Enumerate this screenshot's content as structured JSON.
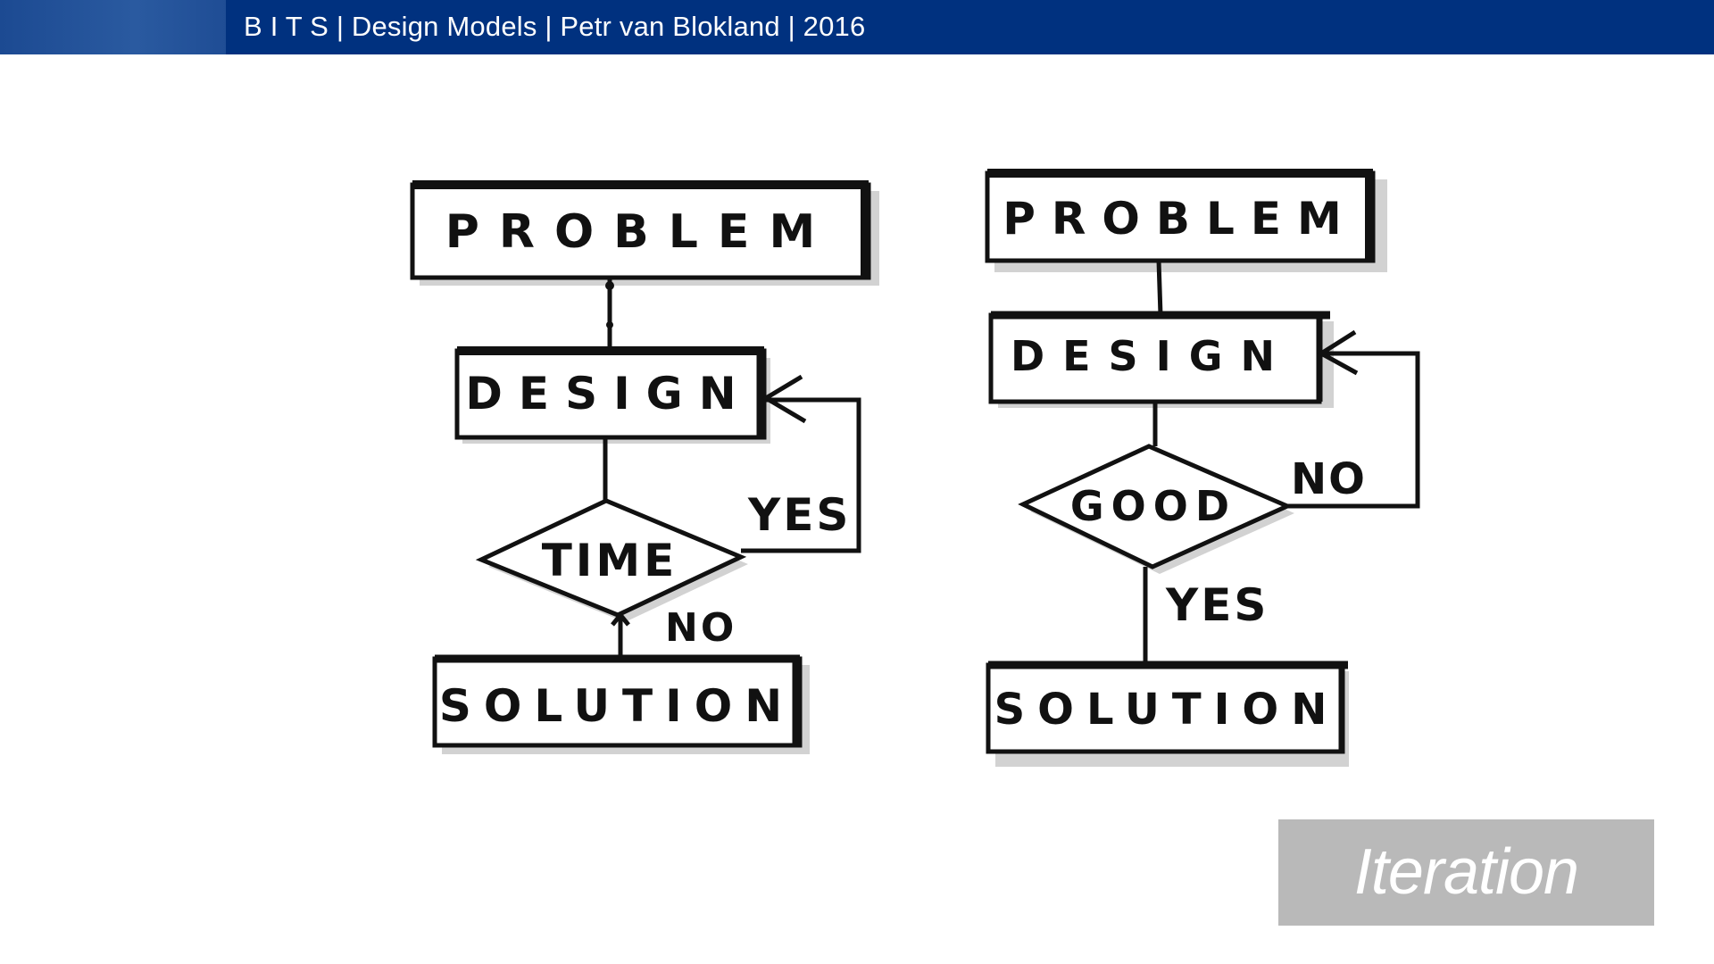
{
  "header": {
    "title": "B I T S | Design Models | Petr van Blokland | 2016",
    "bar_color": "#00317f"
  },
  "diagrams": [
    {
      "problem": "PROBLEM",
      "design": "DESIGN",
      "decision": "TIME",
      "loop_label": "YES",
      "exit_label": "NO",
      "solution": "SOLUTION"
    },
    {
      "problem": "PROBLEM",
      "design": "DESIGN",
      "decision": "GOOD",
      "loop_label": "NO",
      "exit_label": "YES",
      "solution": "SOLUTION"
    }
  ],
  "iteration_label": "Iteration",
  "colors": {
    "ink": "#111111",
    "shadow": "#cfcfcf",
    "label_box": "#b9b9b9"
  }
}
